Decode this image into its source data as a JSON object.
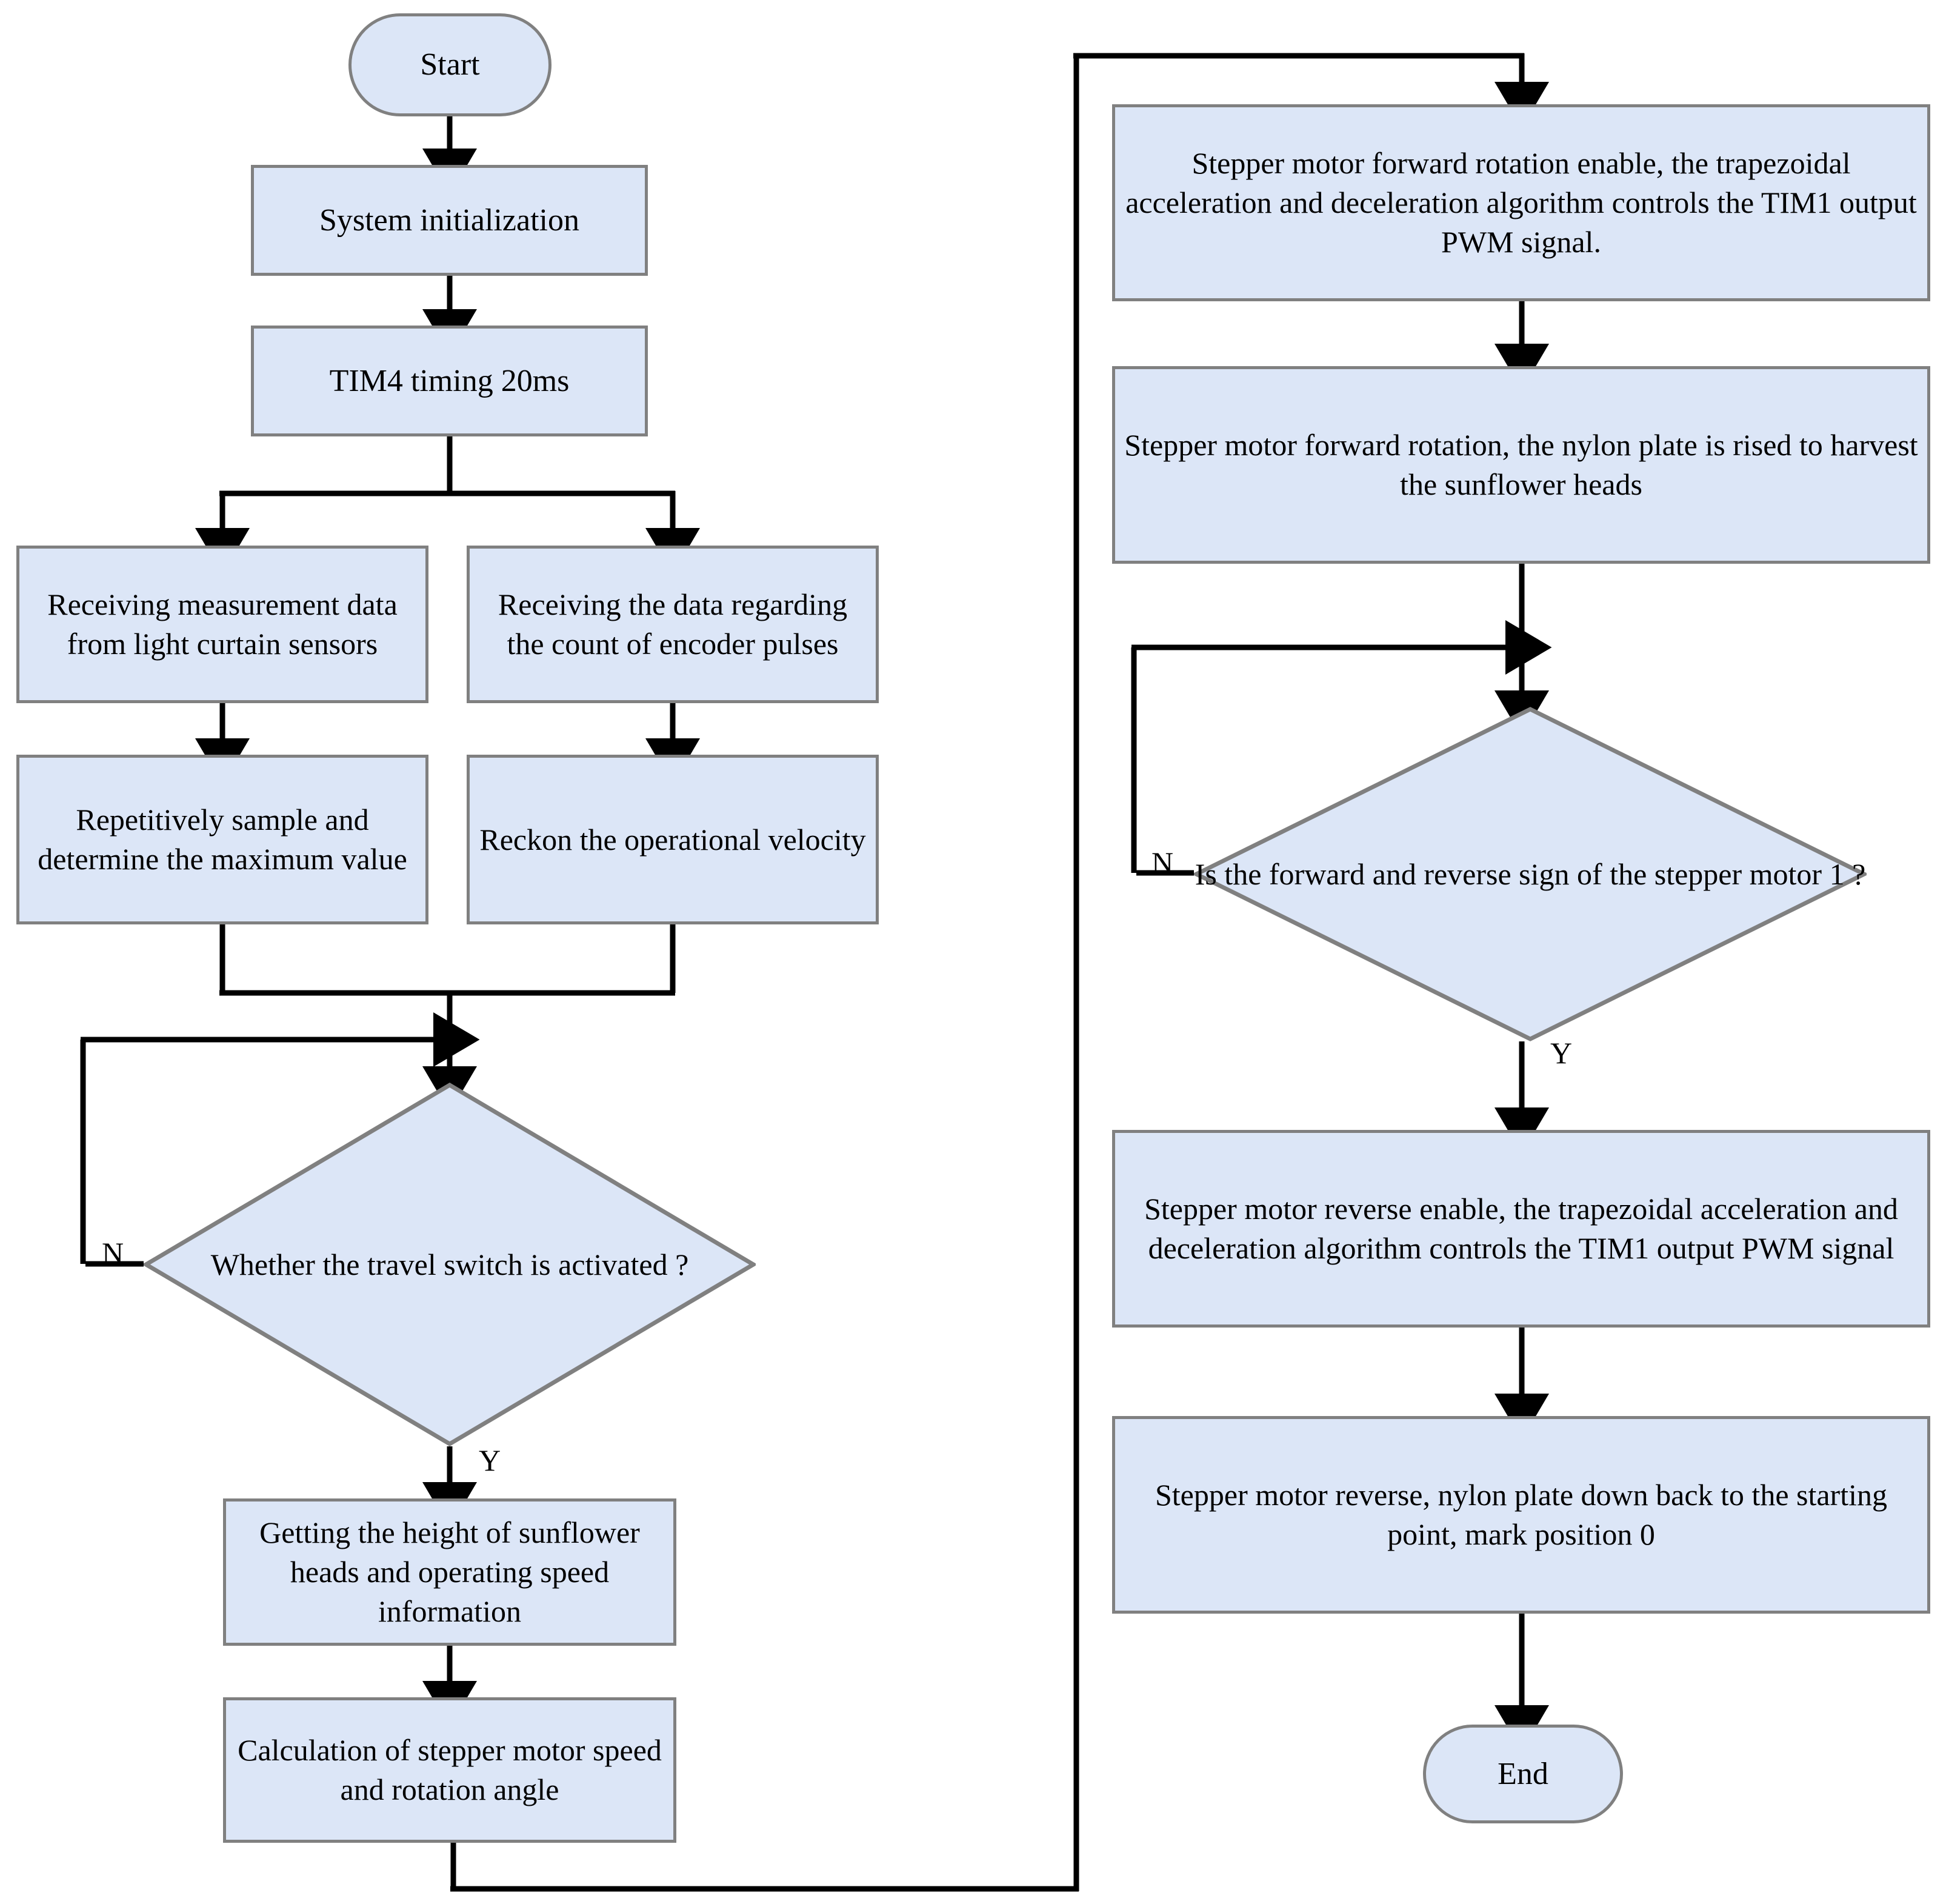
{
  "diagram": {
    "title": "Stepper motor sunflower-head harvesting control flowchart",
    "colors": {
      "node_fill": "#dce6f7",
      "node_border": "#808080",
      "connector": "#000000",
      "background": "#ffffff"
    },
    "labels": {
      "yes": "Y",
      "no": "N"
    }
  },
  "nodes": {
    "start": {
      "text": "Start",
      "shape": "terminator"
    },
    "system_init": {
      "text": "System initialization",
      "shape": "process"
    },
    "tim4_timing": {
      "text": "TIM4 timing 20ms",
      "shape": "process"
    },
    "receive_light_curtain": {
      "text": "Receiving measurement data from light curtain sensors",
      "shape": "process"
    },
    "receive_encoder": {
      "text": "Receiving the data regarding the count of encoder pulses",
      "shape": "process"
    },
    "sample_max": {
      "text": "Repetitively sample and determine the maximum value",
      "shape": "process"
    },
    "reckon_velocity": {
      "text": "Reckon the operational velocity",
      "shape": "process"
    },
    "travel_switch_decision": {
      "text": "Whether the travel switch is activated ?",
      "shape": "decision"
    },
    "get_height_speed": {
      "text": "Getting the height of sunflower heads and operating speed information",
      "shape": "process"
    },
    "calc_motor": {
      "text": "Calculation of stepper motor speed and rotation angle",
      "shape": "process"
    },
    "forward_enable": {
      "text": "Stepper motor forward rotation enable, the trapezoidal acceleration and deceleration algorithm controls the TIM1 output PWM signal.",
      "shape": "process"
    },
    "forward_rotation": {
      "text": "Stepper motor forward rotation, the nylon plate is rised to harvest the sunflower heads",
      "shape": "process"
    },
    "sign_decision": {
      "text": "Is the forward and reverse sign of the stepper motor 1 ?",
      "shape": "decision"
    },
    "reverse_enable": {
      "text": "Stepper motor reverse enable, the trapezoidal acceleration and deceleration algorithm controls the TIM1 output PWM signal",
      "shape": "process"
    },
    "reverse_rotation": {
      "text": "Stepper motor reverse, nylon plate down back to the starting point, mark position 0",
      "shape": "process"
    },
    "end": {
      "text": "End",
      "shape": "terminator"
    }
  },
  "edge_labels": {
    "travel_switch_no": "N",
    "travel_switch_yes": "Y",
    "sign_no": "N",
    "sign_yes": "Y"
  }
}
